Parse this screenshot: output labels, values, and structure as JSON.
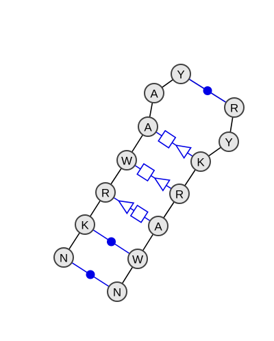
{
  "diagram": {
    "nodes": [
      {
        "id": "n1",
        "label": "N"
      },
      {
        "id": "n2",
        "label": "K"
      },
      {
        "id": "n3",
        "label": "R"
      },
      {
        "id": "n4",
        "label": "W"
      },
      {
        "id": "n5",
        "label": "A"
      },
      {
        "id": "n6",
        "label": "A"
      },
      {
        "id": "n7",
        "label": "Y"
      },
      {
        "id": "n8",
        "label": "R"
      },
      {
        "id": "n9",
        "label": "Y"
      },
      {
        "id": "n10",
        "label": "K"
      },
      {
        "id": "n11",
        "label": "R"
      },
      {
        "id": "n12",
        "label": "A"
      },
      {
        "id": "n13",
        "label": "W"
      },
      {
        "id": "n14",
        "label": "N"
      }
    ],
    "pairs": [
      {
        "from": "n7",
        "to": "n8",
        "type": "dot"
      },
      {
        "from": "n5",
        "to": "n10",
        "type": "square-triangle"
      },
      {
        "from": "n4",
        "to": "n11",
        "type": "square-triangle"
      },
      {
        "from": "n3",
        "to": "n12",
        "type": "triangle-square"
      },
      {
        "from": "n2",
        "to": "n13",
        "type": "dot"
      },
      {
        "from": "n1",
        "to": "n14",
        "type": "dot"
      }
    ],
    "colors": {
      "pair": "#0000e6",
      "backbone": "#000000",
      "node_fill": "#e6e6e6",
      "node_stroke": "#404040"
    }
  }
}
